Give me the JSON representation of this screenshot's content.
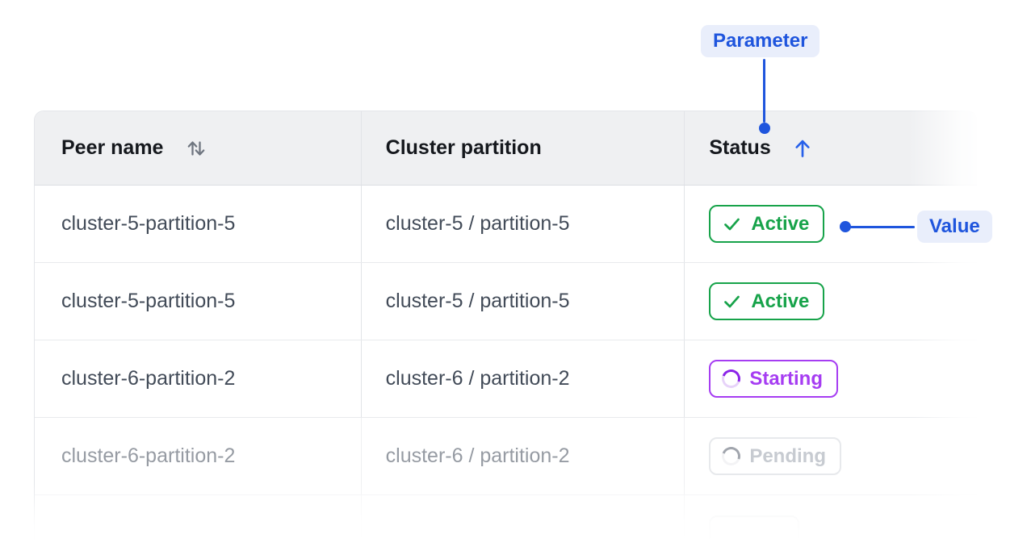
{
  "annotations": {
    "parameter": {
      "label": "Parameter"
    },
    "value": {
      "label": "Value"
    }
  },
  "table": {
    "columns": [
      {
        "label": "Peer name",
        "sortable": true,
        "sort_direction": "none"
      },
      {
        "label": "Cluster partition",
        "sortable": false
      },
      {
        "label": "Status",
        "sortable": true,
        "sort_direction": "asc"
      }
    ],
    "rows": [
      {
        "peer_name": "cluster-5-partition-5",
        "cluster_partition": "cluster-5 / partition-5",
        "status": "Active"
      },
      {
        "peer_name": "cluster-5-partition-5",
        "cluster_partition": "cluster-5 / partition-5",
        "status": "Active"
      },
      {
        "peer_name": "cluster-6-partition-2",
        "cluster_partition": "cluster-6 / partition-2",
        "status": "Starting"
      },
      {
        "peer_name": "cluster-6-partition-2",
        "cluster_partition": "cluster-6 / partition-2",
        "status": "Pending"
      },
      {
        "peer_name": "",
        "cluster_partition": "",
        "status": ""
      }
    ]
  },
  "colors": {
    "accent_blue": "#1f55dd",
    "annotation_pill_bg": "#e9eefb",
    "header_bg": "#eff0f2",
    "status_active": "#17a34a",
    "status_starting": "#a63df2",
    "status_pending": "#9ba2ad"
  }
}
